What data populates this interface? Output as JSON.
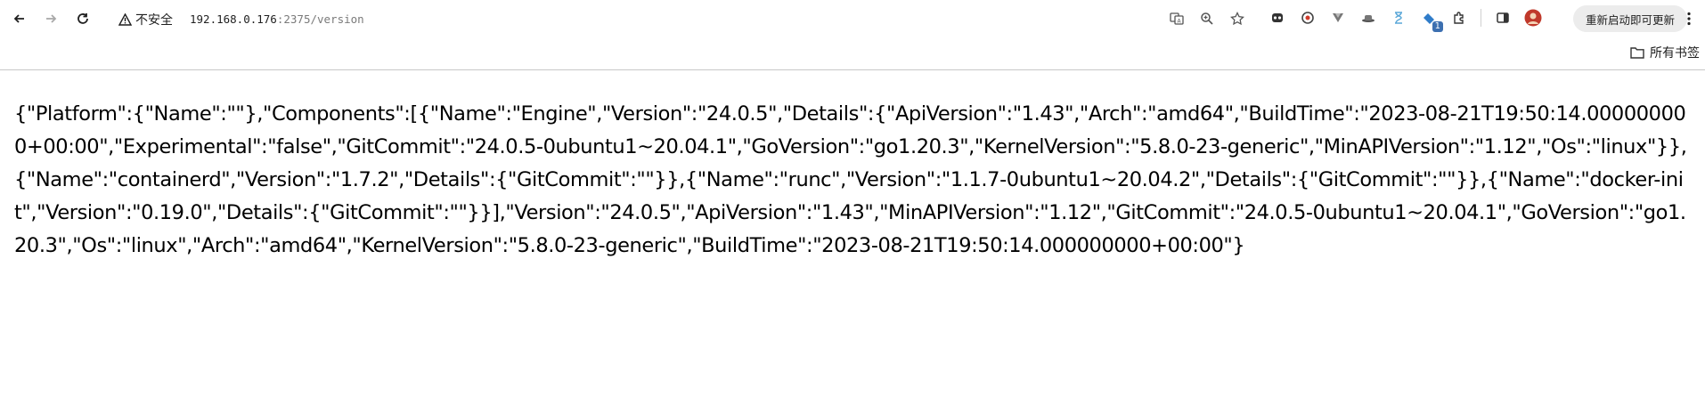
{
  "browser": {
    "security_label": "不安全",
    "url_host": "192.168.0.176",
    "url_rest": ":2375/version",
    "update_button_label": "重新启动即可更新",
    "extension_badge": "1",
    "bookmarks_folder_label": "所有书签"
  },
  "page": {
    "json_text": "{\"Platform\":{\"Name\":\"\"},\"Components\":[{\"Name\":\"Engine\",\"Version\":\"24.0.5\",\"Details\":{\"ApiVersion\":\"1.43\",\"Arch\":\"amd64\",\"BuildTime\":\"2023-08-21T19:50:14.000000000+00:00\",\"Experimental\":\"false\",\"GitCommit\":\"24.0.5-0ubuntu1~20.04.1\",\"GoVersion\":\"go1.20.3\",\"KernelVersion\":\"5.8.0-23-generic\",\"MinAPIVersion\":\"1.12\",\"Os\":\"linux\"}},{\"Name\":\"containerd\",\"Version\":\"1.7.2\",\"Details\":{\"GitCommit\":\"\"}},{\"Name\":\"runc\",\"Version\":\"1.1.7-0ubuntu1~20.04.2\",\"Details\":{\"GitCommit\":\"\"}},{\"Name\":\"docker-init\",\"Version\":\"0.19.0\",\"Details\":{\"GitCommit\":\"\"}}],\"Version\":\"24.0.5\",\"ApiVersion\":\"1.43\",\"MinAPIVersion\":\"1.12\",\"GitCommit\":\"24.0.5-0ubuntu1~20.04.1\",\"GoVersion\":\"go1.20.3\",\"Os\":\"linux\",\"Arch\":\"amd64\",\"KernelVersion\":\"5.8.0-23-generic\",\"BuildTime\":\"2023-08-21T19:50:14.000000000+00:00\"}"
  },
  "icons": {
    "back": "arrow-left-icon",
    "forward": "arrow-right-icon",
    "reload": "reload-icon",
    "warning": "warning-triangle-icon",
    "translate": "translate-icon",
    "zoom": "zoom-icon",
    "bookmark_star": "star-icon",
    "sidebar": "side-panel-icon",
    "profile": "avatar-icon",
    "menu": "more-vertical-icon",
    "folder": "folder-icon"
  }
}
